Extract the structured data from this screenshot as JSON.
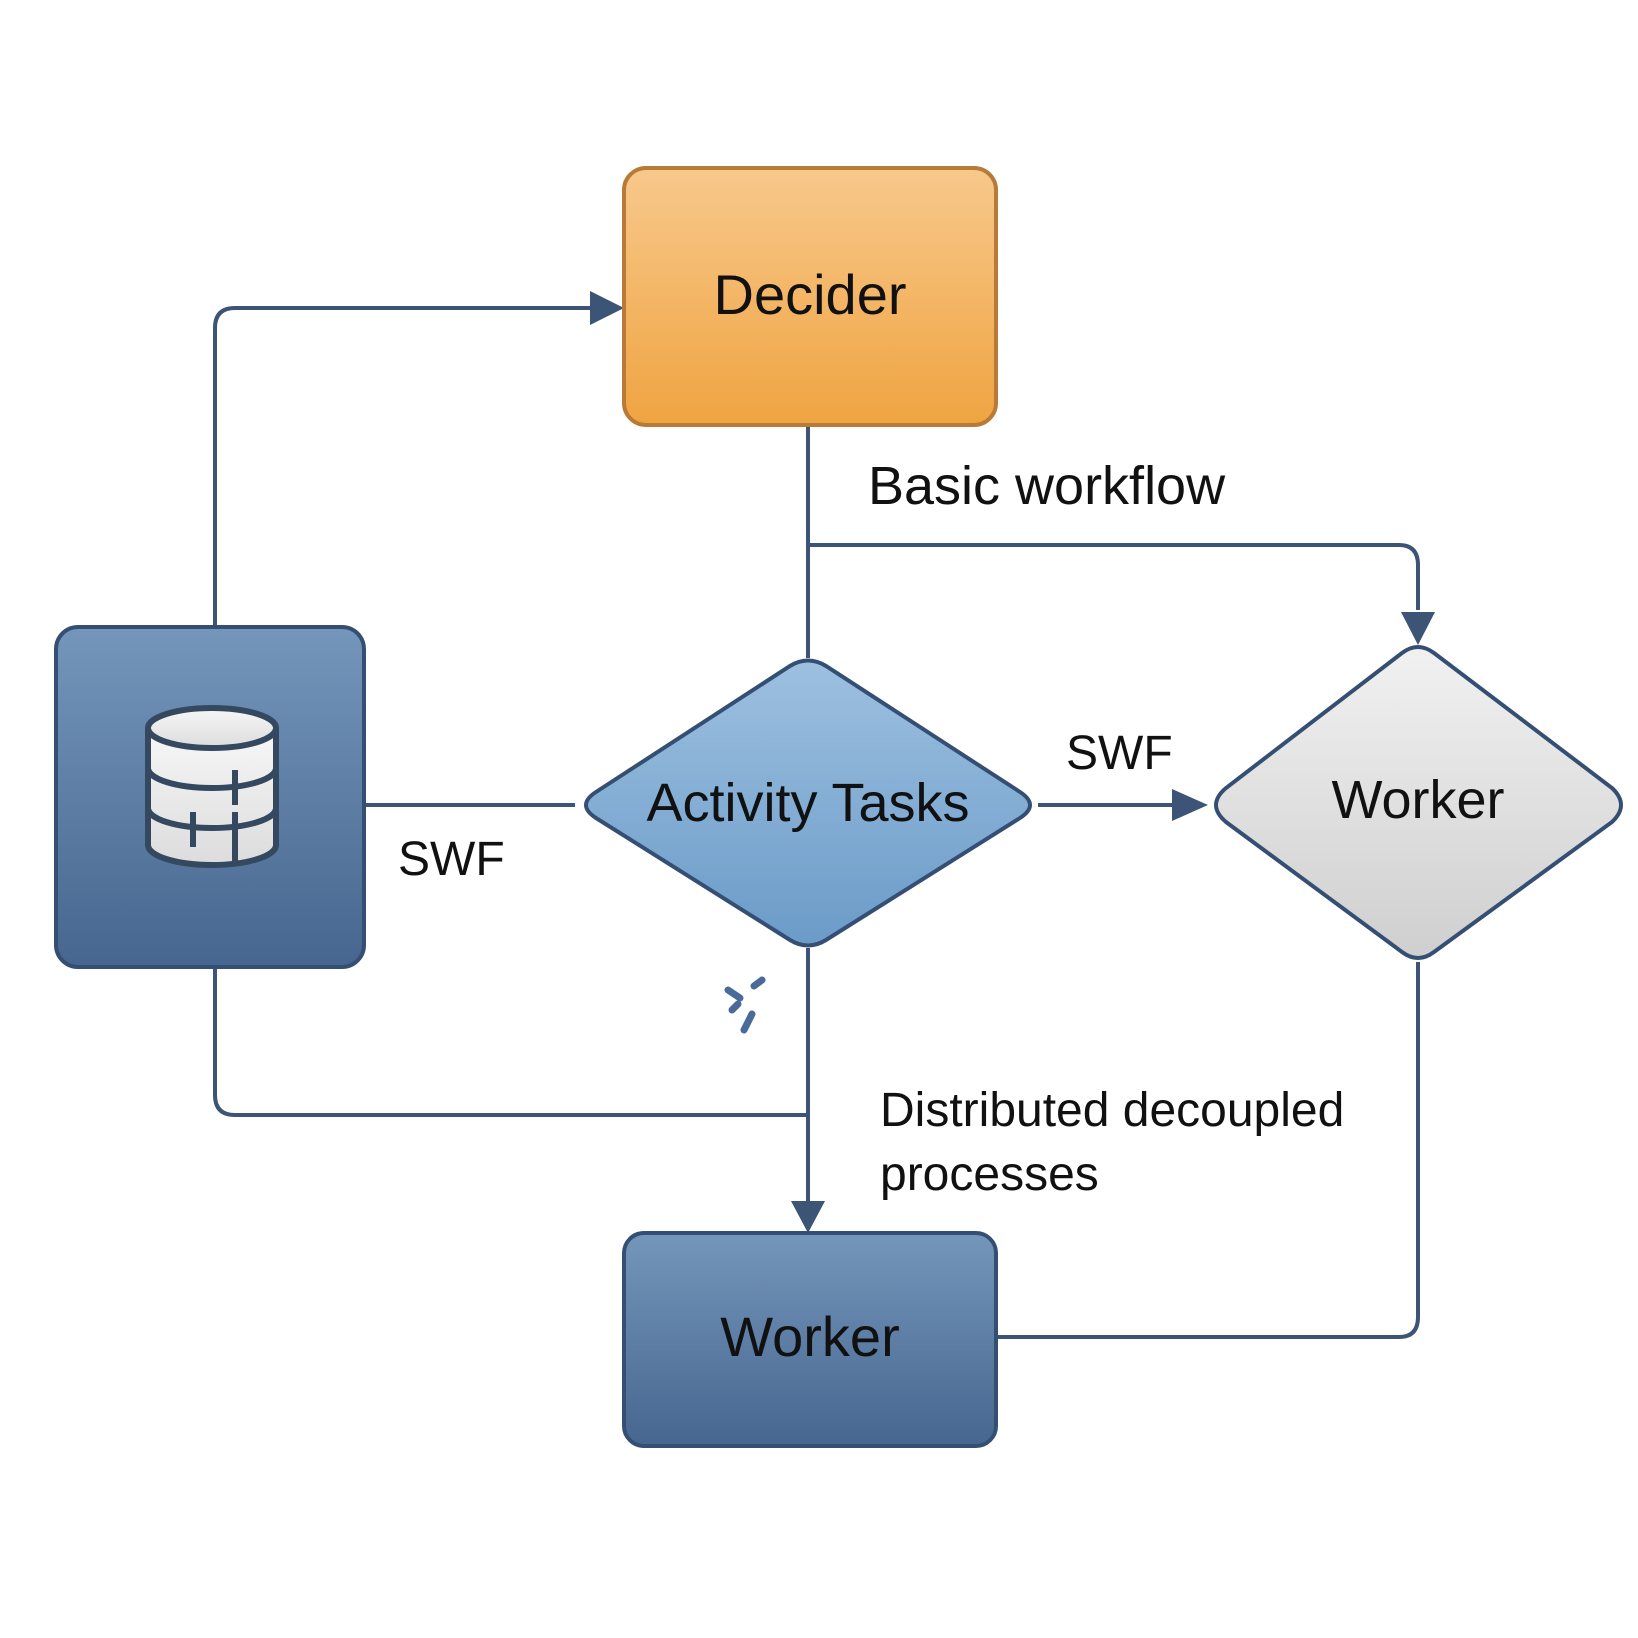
{
  "nodes": {
    "decider": {
      "label": "Decider"
    },
    "activity_tasks": {
      "label": "Activity Tasks"
    },
    "worker_right": {
      "label": "Worker"
    },
    "worker_bottom": {
      "label": "Worker"
    },
    "storage": {
      "icon": "database-icon"
    }
  },
  "edge_labels": {
    "basic_workflow": "Basic workflow",
    "swf_right": "SWF",
    "swf_left": "SWF",
    "distributed_line1": "Distributed decoupled",
    "distributed_line2": "processes"
  },
  "colors": {
    "decider_fill_top": "#f8c88c",
    "decider_fill_bottom": "#efa441",
    "decider_stroke": "#b87a36",
    "blue_box_top": "#7596bb",
    "blue_box_bottom": "#46668f",
    "blue_stroke": "#344f73",
    "activity_fill_top": "#9dc0e0",
    "activity_fill_bottom": "#6b9bc8",
    "worker_gray_top": "#f1f1f1",
    "worker_gray_bottom": "#cfcfcf",
    "line": "#3c5475"
  }
}
